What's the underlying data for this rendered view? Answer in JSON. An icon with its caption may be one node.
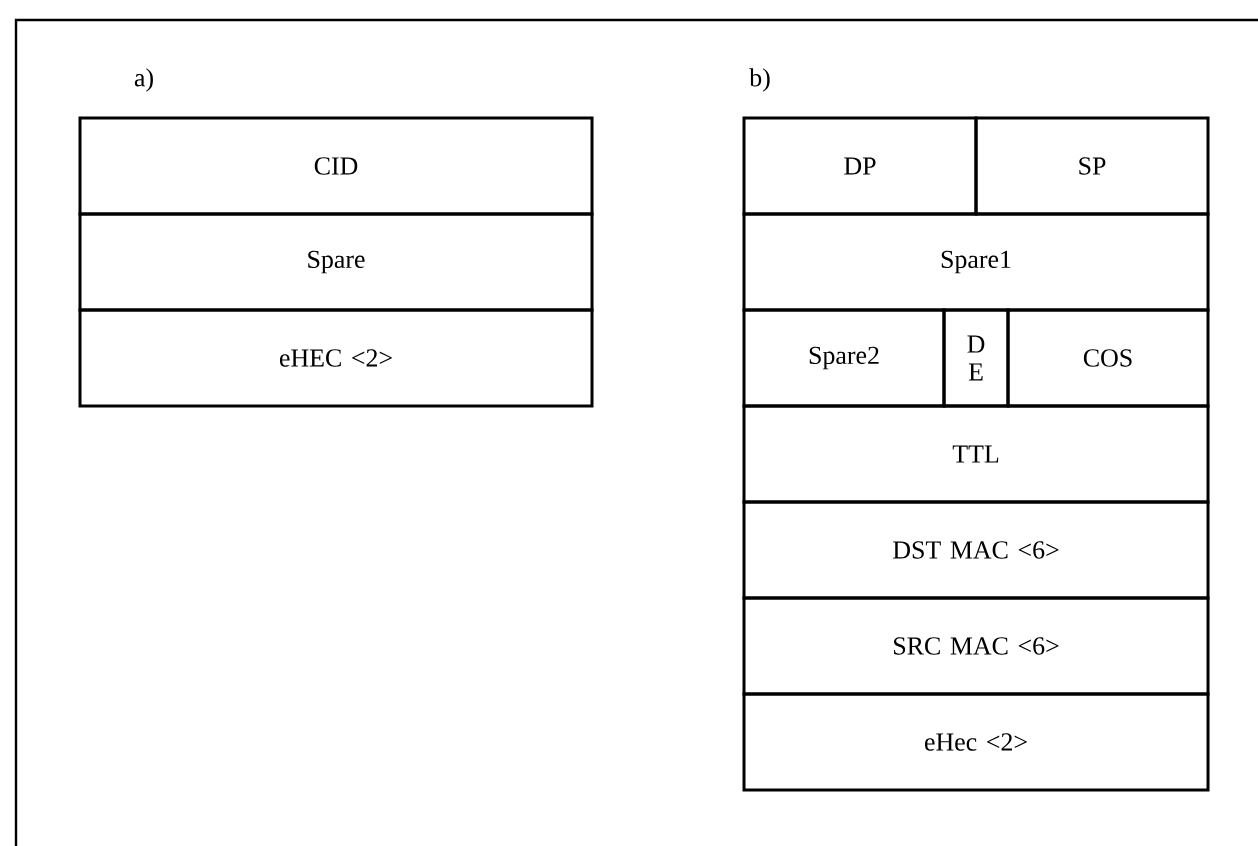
{
  "diagram": {
    "nodes": [
      {
        "text": [
          "CID"
        ]
      },
      {
        "text": [
          "Spare"
        ]
      },
      {
        "text": [
          "eHEC <2>"
        ]
      },
      {
        "text": [
          "DP"
        ]
      },
      {
        "text": [
          "SP"
        ]
      },
      {
        "text": [
          "Spare1"
        ]
      },
      {
        "text": [
          "Spare2"
        ]
      },
      {
        "text": [
          "D E"
        ]
      },
      {
        "text": [
          "COS"
        ]
      },
      {
        "text": [
          "TTL"
        ]
      },
      {
        "text": [
          "DST MAC <6>"
        ]
      },
      {
        "text": [
          "SRC MAC <6>"
        ]
      },
      {
        "text": [
          "eHec <2>"
        ]
      }
    ],
    "labels": [
      "a)",
      "b)"
    ]
  }
}
